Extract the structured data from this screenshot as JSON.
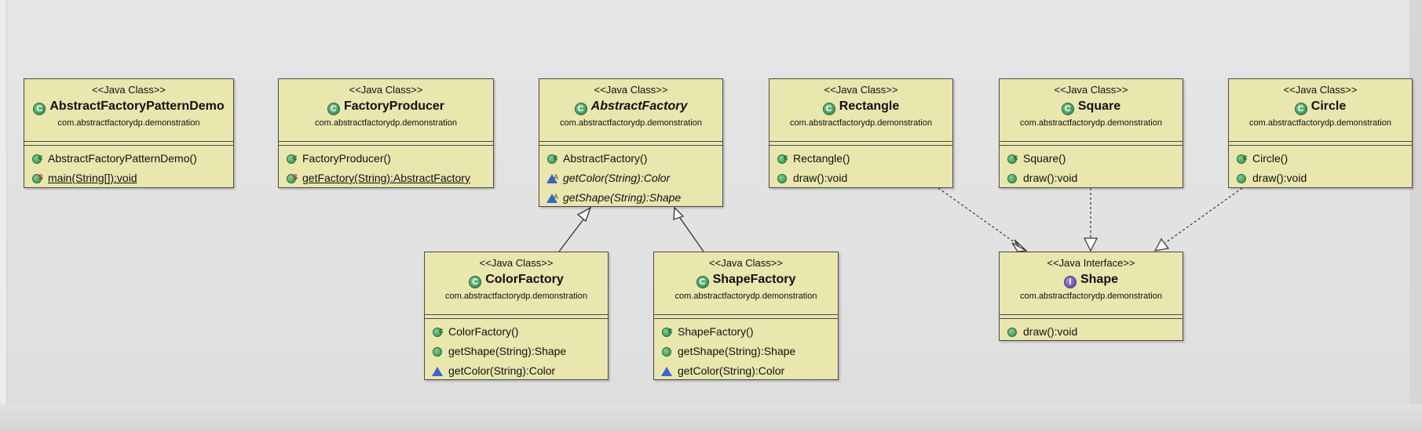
{
  "classes": {
    "demo": {
      "stereotype": "<<Java Class>>",
      "name": "AbstractFactoryPatternDemo",
      "package": "com.abstractfactorydp.demonstration",
      "members": [
        "AbstractFactoryPatternDemo()",
        "main(String[]):void"
      ]
    },
    "producer": {
      "stereotype": "<<Java Class>>",
      "name": "FactoryProducer",
      "package": "com.abstractfactorydp.demonstration",
      "members": [
        "FactoryProducer()",
        "getFactory(String):AbstractFactory"
      ]
    },
    "abstract_factory": {
      "stereotype": "<<Java Class>>",
      "name": "AbstractFactory",
      "package": "com.abstractfactorydp.demonstration",
      "members": [
        "AbstractFactory()",
        "getColor(String):Color",
        "getShape(String):Shape"
      ]
    },
    "rectangle": {
      "stereotype": "<<Java Class>>",
      "name": "Rectangle",
      "package": "com.abstractfactorydp.demonstration",
      "members": [
        "Rectangle()",
        "draw():void"
      ]
    },
    "square": {
      "stereotype": "<<Java Class>>",
      "name": "Square",
      "package": "com.abstractfactorydp.demonstration",
      "members": [
        "Square()",
        "draw():void"
      ]
    },
    "circle": {
      "stereotype": "<<Java Class>>",
      "name": "Circle",
      "package": "com.abstractfactorydp.demonstration",
      "members": [
        "Circle()",
        "draw():void"
      ]
    },
    "color_factory": {
      "stereotype": "<<Java Class>>",
      "name": "ColorFactory",
      "package": "com.abstractfactorydp.demonstration",
      "members": [
        "ColorFactory()",
        "getShape(String):Shape",
        "getColor(String):Color"
      ]
    },
    "shape_factory": {
      "stereotype": "<<Java Class>>",
      "name": "ShapeFactory",
      "package": "com.abstractfactorydp.demonstration",
      "members": [
        "ShapeFactory()",
        "getShape(String):Shape",
        "getColor(String):Color"
      ]
    },
    "shape": {
      "stereotype": "<<Java Interface>>",
      "name": "Shape",
      "package": "com.abstractfactorydp.demonstration",
      "members": [
        "draw():void"
      ]
    }
  },
  "icons": {
    "class": "class-icon",
    "abstract_class": "abstract-class-icon",
    "interface": "interface-icon",
    "constructor": "constructor-icon",
    "public_method": "public-method-icon",
    "static_method": "static-method-icon",
    "protected_method": "protected-method-icon"
  },
  "colors": {
    "class_fill": "#e9e6ae",
    "border": "#4a4a4a",
    "background": "#e3e3e3"
  },
  "relations": [
    {
      "from": "ColorFactory",
      "to": "AbstractFactory",
      "type": "generalization"
    },
    {
      "from": "ShapeFactory",
      "to": "AbstractFactory",
      "type": "generalization"
    },
    {
      "from": "Rectangle",
      "to": "Shape",
      "type": "realization"
    },
    {
      "from": "Square",
      "to": "Shape",
      "type": "realization"
    },
    {
      "from": "Circle",
      "to": "Shape",
      "type": "realization"
    }
  ]
}
